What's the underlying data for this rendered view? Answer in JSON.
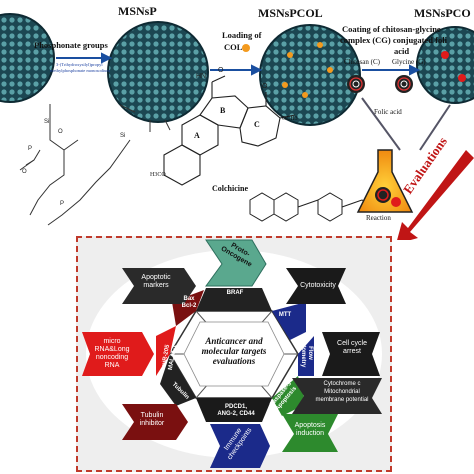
{
  "top": {
    "label_msnsp": "MSNsP",
    "label_msnspcol": "MSNsPCOL",
    "label_msnspcol2": "MSNsPCO",
    "phosphonate": "Phosphonate groups",
    "phosphonate_sub1": "3-(Trihydroxysilyl)propyl",
    "phosphonate_sub2": "methylphosphonate monosodium",
    "loading_line1": "Loading of",
    "loading_line2": "COL",
    "coating_line1": "Coating of chitosan-glycine",
    "coating_line2": "complex (CG) conjugated foli",
    "coating_line3": "acid",
    "chitosan": "Chitosan (C)",
    "glycine": "Glycine (G)",
    "folic": "Folic acid",
    "reaction": "Reaction",
    "colchicine": "Colchicine",
    "ring_a": "A",
    "ring_b": "B",
    "ring_c": "C",
    "och3_a": "OCH3",
    "och3_b": "H3CO",
    "evaluations": "Evaluations"
  },
  "center": {
    "title_line1": "Anticancer and",
    "title_line2": "molecular targets",
    "title_line3": "evaluations"
  },
  "nodes": {
    "proto": "Proto-\nOncogene",
    "apoptotic": "Apoptotic\nmarkers",
    "cytotox": "Cytotoxicity",
    "micro": "micro\nRNA&Long\nnoncoding\nRNA",
    "cellcycle": "Cell cycle\narrest",
    "cytoc": "Cytochrome c\nMitochondrial\nmembrane potential",
    "tubulin": "Tubulin\ninhibitor",
    "apoptosis": "Apoptosis\ninduction",
    "immune": "Immune\ncheckpoints"
  },
  "hex": {
    "braf": "BRAF",
    "bax": "Bax\nBcl-2",
    "mtt": "MTT",
    "mir": "miR-205\nMALAT-1",
    "flow": "Flow\ncytometry",
    "caspase": "Caspase-3\nApoptosis",
    "pdcd": "PDCD1,\nANG-2, CD44",
    "tub": "Tubulin"
  },
  "colors": {
    "teal": "#2e8b7a",
    "dark": "#1a1a1a",
    "red": "#e01b1b",
    "maroon": "#7a1010",
    "green": "#2d8a2d",
    "blue": "#1b2a8a",
    "box_border": "#c0392b"
  }
}
